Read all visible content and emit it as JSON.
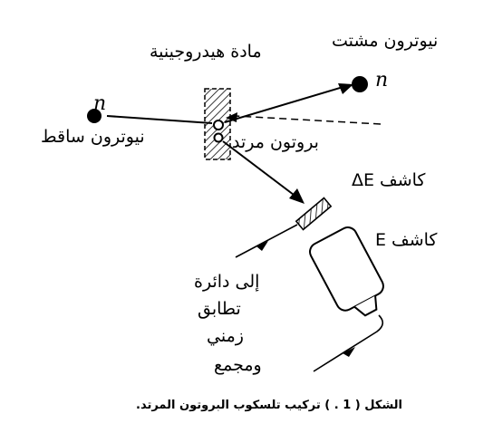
{
  "labels": {
    "hydrogen_material": "مادة هيدروجينية",
    "scattered_neutron": "نيوترون مشتت",
    "incident_neutron": "نيوترون ساقط",
    "recoil_proton": "بروتون مرتد",
    "detector_delta_e": "كاشف ΔE",
    "detector_e": "كاشف E",
    "circuit_line1": "إلى دائرة",
    "circuit_line2": "تطابق",
    "circuit_line3": "زمني",
    "circuit_line4": "ومجمع",
    "neutron_symbol_incident": "n",
    "neutron_symbol_scattered": "n"
  },
  "caption": "الشكل ( 1 . ) تركيب تلسكوب البروتون المرتد."
}
